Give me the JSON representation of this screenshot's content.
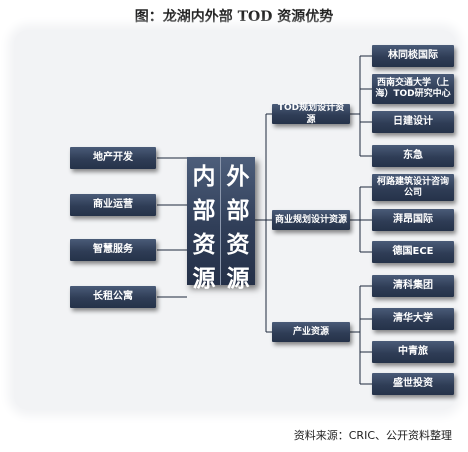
{
  "title": "图：龙湖内外部 TOD 资源优势",
  "center_chars": [
    "内",
    "外",
    "部",
    "部",
    "资",
    "资",
    "源",
    "源"
  ],
  "left_items": [
    "地产开发",
    "商业运营",
    "智慧服务",
    "长租公寓"
  ],
  "groups": [
    {
      "label": "TOD规划设计资源",
      "children": [
        "林同棪国际",
        "西南交通大学（上海）TOD研究中心",
        "日建设计",
        "东急"
      ]
    },
    {
      "label": "商业规划设计资源",
      "children": [
        "柯路建筑设计咨询公司",
        "湃昂国际",
        "德国ECE"
      ]
    },
    {
      "label": "产业资源",
      "children": [
        "清科集团",
        "清华大学",
        "中青旅",
        "盛世投资"
      ]
    }
  ],
  "source": "资料来源：CRIC、公开资料整理"
}
